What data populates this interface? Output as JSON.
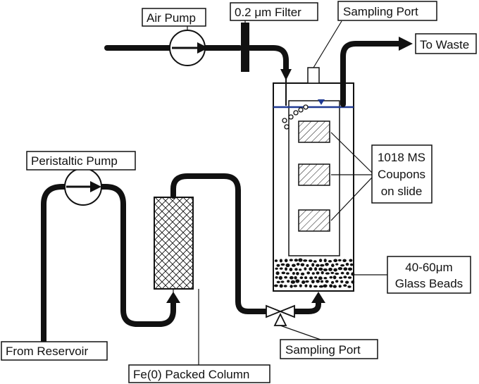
{
  "labels": {
    "air_pump": "Air Pump",
    "filter": "0.2 μm Filter",
    "sampling_port_top": "Sampling Port",
    "to_waste": "To Waste",
    "peristaltic_pump": "Peristaltic Pump",
    "coupons_line1": "1018 MS",
    "coupons_line2": "Coupons",
    "coupons_line3": "on slide",
    "glass_beads_line1": "40-60μm",
    "glass_beads_line2": "Glass Beads",
    "from_reservoir": "From Reservoir",
    "sampling_port_bottom": "Sampling Port",
    "packed_column": "Fe(0) Packed Column"
  },
  "colors": {
    "line": "#111111",
    "water_level": "#1f3a93",
    "coupon_fill": "#ffffff",
    "beads": "#111111"
  }
}
